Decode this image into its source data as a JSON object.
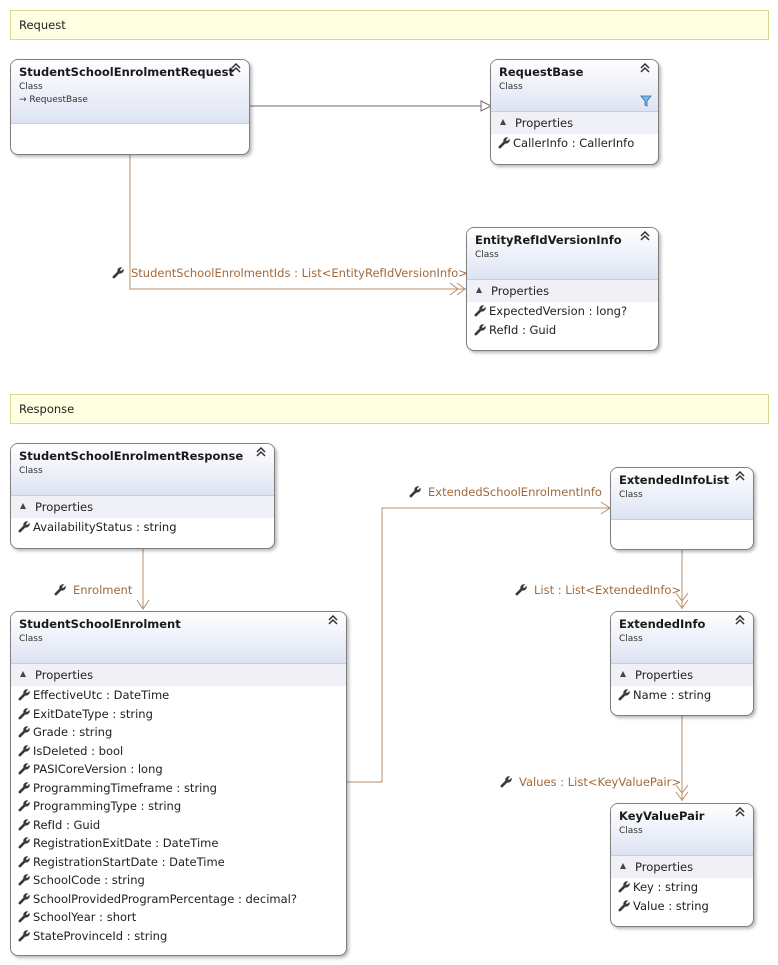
{
  "sections": {
    "request": "Request",
    "response": "Response"
  },
  "classes": {
    "ssreq": {
      "name": "StudentSchoolEnrolmentRequest",
      "stereotype": "Class",
      "inherits": "RequestBase"
    },
    "reqbase": {
      "name": "RequestBase",
      "stereotype": "Class",
      "compartment": "Properties",
      "members": [
        "CallerInfo : CallerInfo"
      ]
    },
    "erivi": {
      "name": "EntityRefIdVersionInfo",
      "stereotype": "Class",
      "compartment": "Properties",
      "members": [
        "ExpectedVersion : long?",
        "RefId : Guid"
      ]
    },
    "ssresp": {
      "name": "StudentSchoolEnrolmentResponse",
      "stereotype": "Class",
      "compartment": "Properties",
      "members": [
        "AvailabilityStatus : string"
      ]
    },
    "eil": {
      "name": "ExtendedInfoList",
      "stereotype": "Class"
    },
    "ei": {
      "name": "ExtendedInfo",
      "stereotype": "Class",
      "compartment": "Properties",
      "members": [
        "Name : string"
      ]
    },
    "sse": {
      "name": "StudentSchoolEnrolment",
      "stereotype": "Class",
      "compartment": "Properties",
      "members": [
        "EffectiveUtc : DateTime",
        "ExitDateType : string",
        "Grade : string",
        "IsDeleted : bool",
        "PASICoreVersion : long",
        "ProgrammingTimeframe : string",
        "ProgrammingType : string",
        "RefId : Guid",
        "RegistrationExitDate : DateTime",
        "RegistrationStartDate : DateTime",
        "SchoolCode : string",
        "SchoolProvidedProgramPercentage : decimal?",
        "SchoolYear : short",
        "StateProvinceId : string"
      ]
    },
    "kvp": {
      "name": "KeyValuePair",
      "stereotype": "Class",
      "compartment": "Properties",
      "members": [
        "Key : string",
        "Value : string"
      ]
    }
  },
  "associations": {
    "refids": "StudentSchoolEnrolmentIds : List<EntityRefIdVersionInfo>",
    "extinfo": "ExtendedSchoolEnrolmentInfo",
    "enrolment": "Enrolment",
    "list": "List : List<ExtendedInfo>",
    "values": "Values : List<KeyValuePair>"
  },
  "colors": {
    "association_line": "#b98e6a",
    "association_text": "#a06a3c",
    "inheritance_line": "#6e6e6e",
    "section_fill": "#ffffe1",
    "header_gradient_end": "#dde3f3",
    "compartment_fill": "#eff1f7"
  },
  "icons": {
    "property": "wrench-icon",
    "collapse": "double-chevron-up-icon",
    "expand_compartment": "triangle-icon",
    "filter": "filter-icon",
    "inheritance": "arrow-right-icon"
  }
}
